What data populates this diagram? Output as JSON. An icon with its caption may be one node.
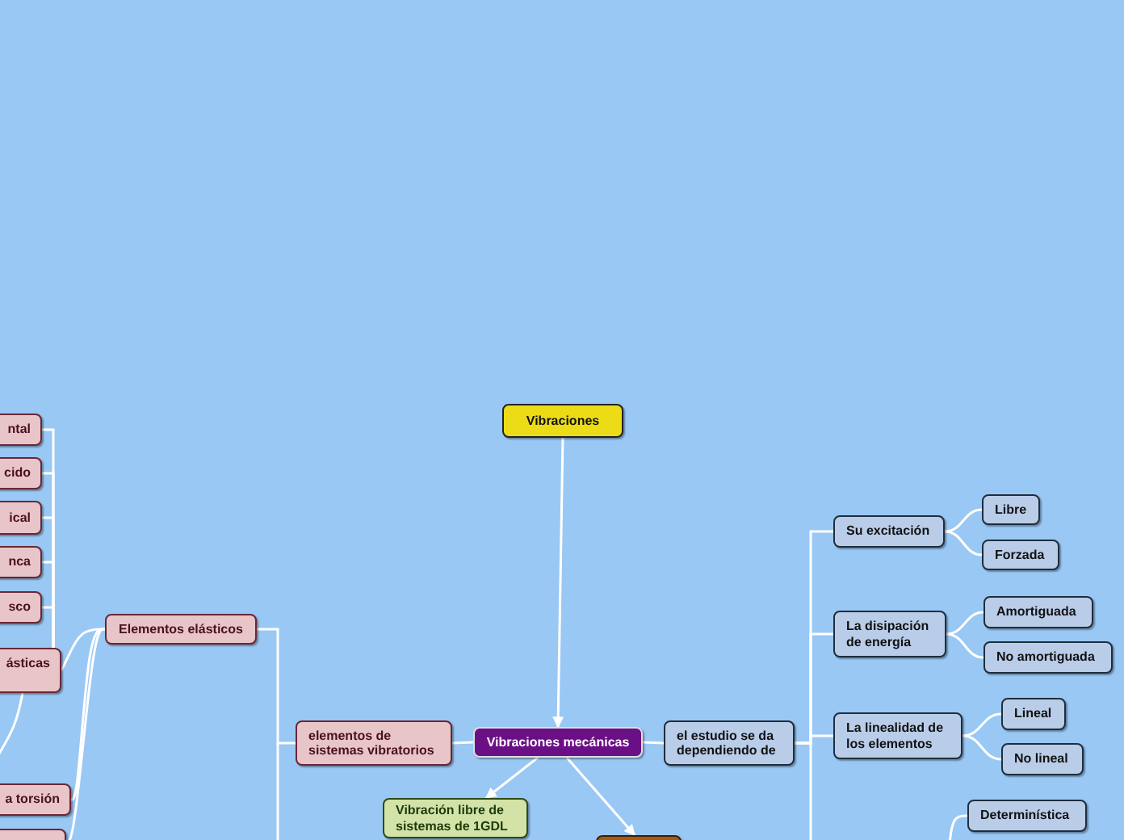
{
  "diagram": {
    "nodes": [
      {
        "text": [
          "Vibraciones"
        ]
      },
      {
        "text": [
          "ntal"
        ]
      },
      {
        "text": [
          "cido"
        ]
      },
      {
        "text": [
          "ical"
        ]
      },
      {
        "text": [
          "nca"
        ]
      },
      {
        "text": [
          "sco"
        ]
      },
      {
        "text": [
          "ásticas"
        ]
      },
      {
        "text": [
          "Elementos elásticos"
        ]
      },
      {
        "text": [
          "elementos de sistemas vibratorios"
        ]
      },
      {
        "text": [
          "Vibraciones mecánicas"
        ]
      },
      {
        "text": [
          "el estudio se da dependiendo de"
        ]
      },
      {
        "text": [
          "Su excitación"
        ]
      },
      {
        "text": [
          "Libre"
        ]
      },
      {
        "text": [
          "Forzada"
        ]
      },
      {
        "text": [
          "La disipación de energía"
        ]
      },
      {
        "text": [
          "Amortiguada"
        ]
      },
      {
        "text": [
          "No amortiguada"
        ]
      },
      {
        "text": [
          "La linealidad de los elementos"
        ]
      },
      {
        "text": [
          "Lineal"
        ]
      },
      {
        "text": [
          "No lineal"
        ]
      },
      {
        "text": [
          "a torsión"
        ]
      },
      {
        "text": [
          "Vibración libre de sistemas de 1GDL"
        ]
      },
      {
        "text": [
          "Determinística"
        ]
      },
      {
        "text": [],
        "shape": "box"
      },
      {
        "text": [],
        "shape": "box"
      }
    ],
    "edges": [
      {
        "from": 0,
        "to": 9,
        "arrow": "to"
      },
      {
        "from": 9,
        "to": 8,
        "arrow": "none"
      },
      {
        "from": 9,
        "to": 10,
        "arrow": "none"
      },
      {
        "from": 9,
        "to": 21,
        "arrow": "to"
      },
      {
        "from": 9,
        "to": 24,
        "arrow": "to"
      },
      {
        "from": 8,
        "to": 7,
        "arrow": "none"
      },
      {
        "from": 8,
        "to": null,
        "arrow": "none"
      },
      {
        "from": 7,
        "to": 6,
        "arrow": "none"
      },
      {
        "from": 7,
        "to": 20,
        "arrow": "none"
      },
      {
        "from": 7,
        "to": 23,
        "arrow": "none"
      },
      {
        "from": 6,
        "to": 1,
        "arrow": "none"
      },
      {
        "from": 6,
        "to": 2,
        "arrow": "none"
      },
      {
        "from": 6,
        "to": 3,
        "arrow": "none"
      },
      {
        "from": 6,
        "to": 4,
        "arrow": "none"
      },
      {
        "from": 6,
        "to": 5,
        "arrow": "none"
      },
      {
        "from": 6,
        "to": null,
        "arrow": "none"
      },
      {
        "from": 10,
        "to": 11,
        "arrow": "none"
      },
      {
        "from": 10,
        "to": 14,
        "arrow": "none"
      },
      {
        "from": 10,
        "to": 17,
        "arrow": "none"
      },
      {
        "from": 10,
        "to": null,
        "arrow": "none"
      },
      {
        "from": 11,
        "to": 12,
        "arrow": "none"
      },
      {
        "from": 11,
        "to": 13,
        "arrow": "none"
      },
      {
        "from": 14,
        "to": 15,
        "arrow": "none"
      },
      {
        "from": 14,
        "to": 16,
        "arrow": "none"
      },
      {
        "from": 17,
        "to": 18,
        "arrow": "none"
      },
      {
        "from": 17,
        "to": 19,
        "arrow": "none"
      },
      {
        "from": null,
        "to": 22,
        "arrow": "none"
      }
    ]
  }
}
